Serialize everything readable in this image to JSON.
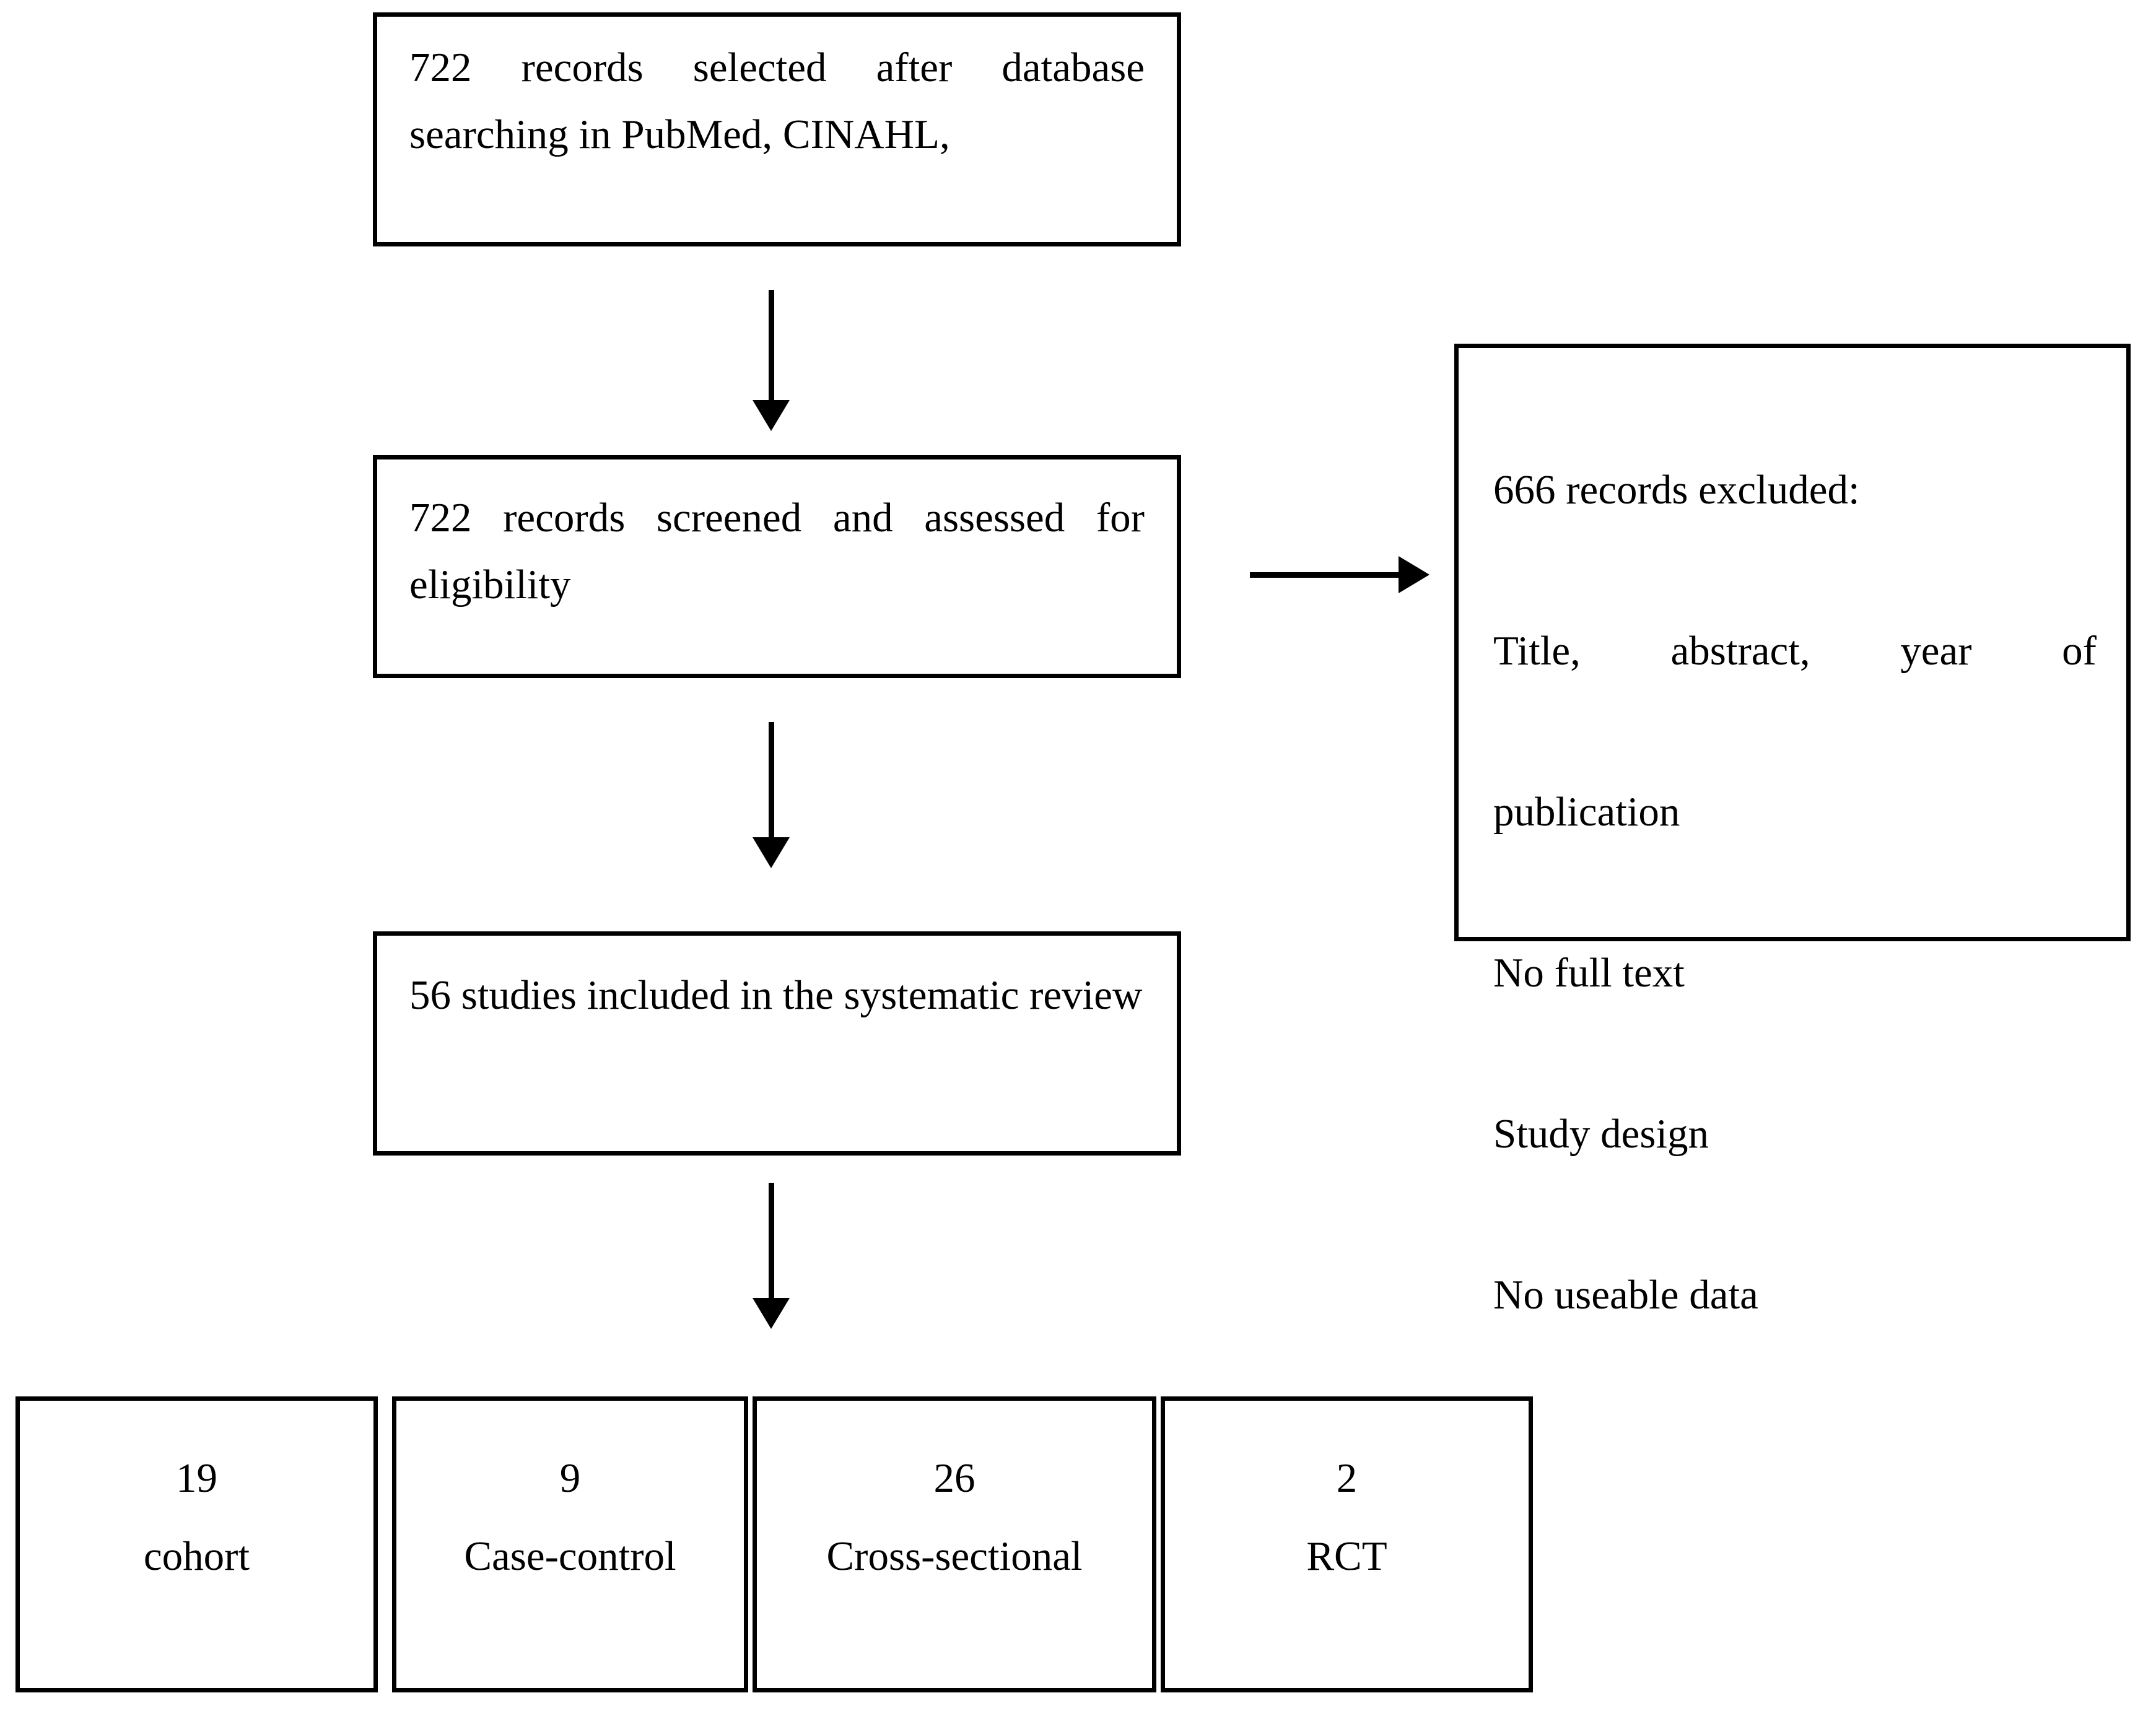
{
  "diagram": {
    "type": "prisma-flow-diagram",
    "stroke_color": "#000000",
    "background_color": "#ffffff",
    "nodes": {
      "identification": {
        "text": "722 records selected after database searching in PubMed, CINAHL,",
        "count": 722
      },
      "screening": {
        "text": "722 records screened and assessed for eligibility",
        "count": 722
      },
      "excluded": {
        "heading": "666 records excluded:",
        "count": 666,
        "reasons": [
          "Title, abstract, year of publication",
          "No full text",
          "Study design",
          "No useable data"
        ],
        "reason_lines": [
          "Title,    abstract,    year    of",
          "publication",
          "No full text",
          "Study design",
          "No useable data"
        ]
      },
      "included": {
        "text": "56 studies included in the systematic review",
        "count": 56
      }
    },
    "study_types": [
      {
        "count": "19",
        "label": "cohort"
      },
      {
        "count": "9",
        "label": "Case-control"
      },
      {
        "count": "26",
        "label": "Cross-sectional"
      },
      {
        "count": "2",
        "label": "RCT"
      }
    ],
    "arrows": [
      {
        "name": "identification-to-screening",
        "direction": "down"
      },
      {
        "name": "screening-to-excluded",
        "direction": "right"
      },
      {
        "name": "screening-to-included",
        "direction": "down"
      },
      {
        "name": "included-to-study-types",
        "direction": "down"
      }
    ]
  }
}
